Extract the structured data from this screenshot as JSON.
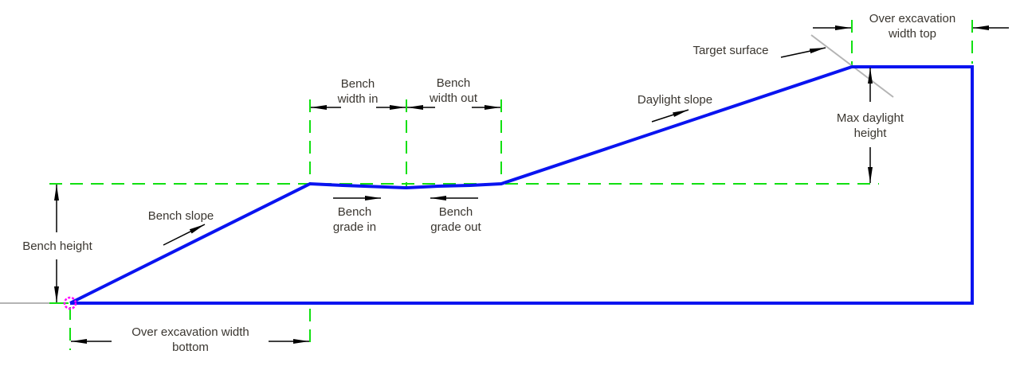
{
  "labels": {
    "bench_height": "Bench height",
    "bench_slope": "Bench slope",
    "bench_width_in": [
      "Bench",
      "width in"
    ],
    "bench_width_out": [
      "Bench",
      "width out"
    ],
    "bench_grade_in": [
      "Bench",
      "grade in"
    ],
    "bench_grade_out": [
      "Bench",
      "grade out"
    ],
    "daylight_slope": "Daylight slope",
    "target_surface": "Target surface",
    "over_excavation_width_top": [
      "Over excavation",
      "width top"
    ],
    "max_daylight_height": [
      "Max daylight",
      "height"
    ],
    "over_excavation_width_bottom": [
      "Over excavation width",
      "bottom"
    ]
  },
  "colors": {
    "profile": "#0a14f0",
    "guide": "#11e011",
    "origin_marker": "#ff00ff",
    "target_surface": "#b4b4b4"
  }
}
